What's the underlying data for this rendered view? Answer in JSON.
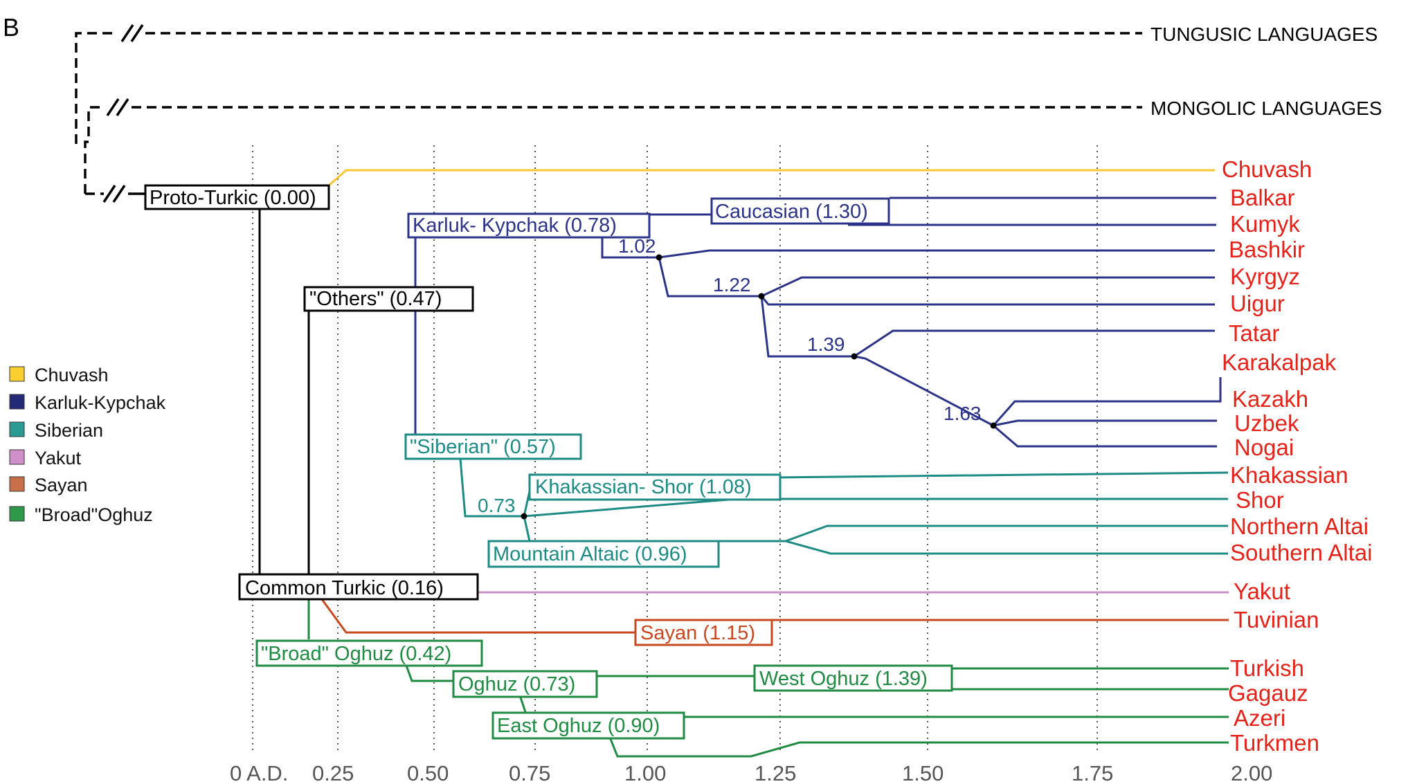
{
  "panel_label": "B",
  "axis": {
    "ticks": [
      "0 A.D.",
      "0.25",
      "0.50",
      "0.75",
      "1.00",
      "1.25",
      "1.50",
      "1.75",
      "2.00"
    ]
  },
  "outgroups": [
    "TUNGUSIC LANGUAGES",
    "MONGOLIC LANGUAGES"
  ],
  "nodes": {
    "proto_turkic": "Proto-Turkic (0.00)",
    "common_turkic": "Common Turkic (0.16)",
    "others": "\"Others\" (0.47)",
    "karluk_kypchak": "Karluk- Kypchak (0.78)",
    "caucasian": "Caucasian (1.30)",
    "siberian": "\"Siberian\" (0.57)",
    "khakassian_shor": "Khakassian- Shor (1.08)",
    "mountain_altaic": "Mountain Altaic (0.96)",
    "sayan": "Sayan (1.15)",
    "broad_oghuz": "\"Broad\" Oghuz (0.42)",
    "oghuz": "Oghuz (0.73)",
    "west_oghuz": "West Oghuz (1.39)",
    "east_oghuz": "East Oghuz (0.90)"
  },
  "split_labels": {
    "n102": "1.02",
    "n122": "1.22",
    "n139": "1.39",
    "n163": "1.63",
    "n073": "0.73"
  },
  "languages": [
    "Chuvash",
    "Balkar",
    "Kumyk",
    "Bashkir",
    "Kyrgyz",
    "Uigur",
    "Tatar",
    "Karakalpak",
    "Kazakh",
    "Uzbek",
    "Nogai",
    "Khakassian",
    "Shor",
    "Northern Altai",
    "Southern Altai",
    "Yakut",
    "Tuvinian",
    "Turkish",
    "Gagauz",
    "Azeri",
    "Turkmen"
  ],
  "legend": [
    {
      "label": "Chuvash",
      "color": "#f9d030"
    },
    {
      "label": "Karluk-Kypchak",
      "color": "#252a78"
    },
    {
      "label": "Siberian",
      "color": "#2a9a92"
    },
    {
      "label": "Yakut",
      "color": "#cf8fc9"
    },
    {
      "label": "Sayan",
      "color": "#c9704a"
    },
    {
      "label": "\"Broad\"Oghuz",
      "color": "#2e9a49"
    }
  ],
  "colors": {
    "chuvash": "#f9c531",
    "karluk": "#2b3388",
    "siberian": "#1d8b84",
    "yakut": "#c98fc4",
    "sayan": "#c8471e",
    "oghuz": "#1e8a42",
    "label_red": "#e2231a"
  }
}
